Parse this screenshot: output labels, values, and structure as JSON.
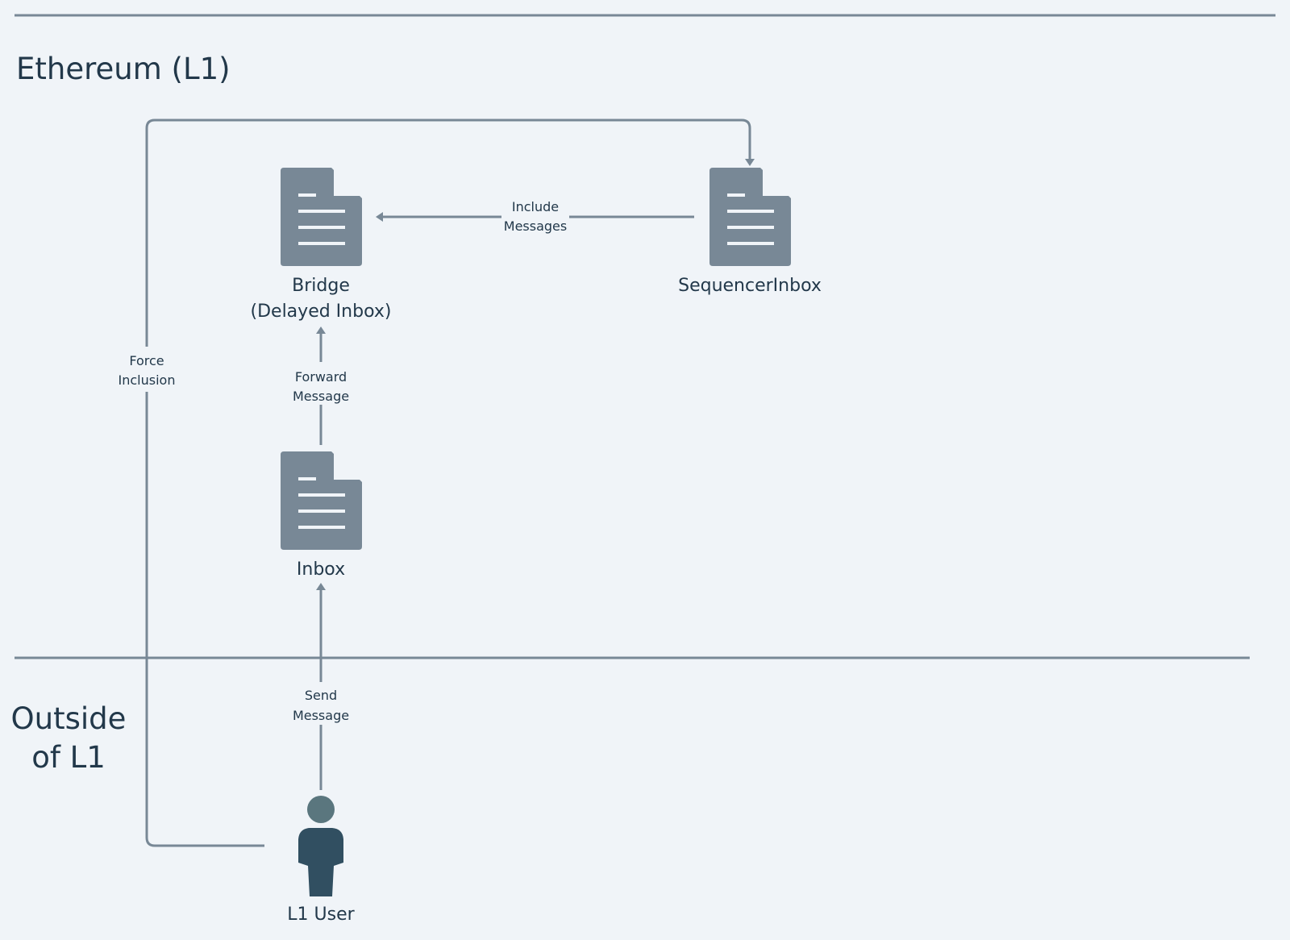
{
  "regions": {
    "top_title": "Ethereum (L1)",
    "bottom_title_line1": "Outside",
    "bottom_title_line2": "of L1"
  },
  "nodes": {
    "bridge": {
      "label_line1": "Bridge",
      "label_line2": "(Delayed Inbox)",
      "icon": "document-icon"
    },
    "sequencer_inbox": {
      "label": "SequencerInbox",
      "icon": "document-icon"
    },
    "inbox": {
      "label": "Inbox",
      "icon": "document-icon"
    },
    "l1_user": {
      "label": "L1 User",
      "icon": "person-icon"
    }
  },
  "edges": {
    "include_messages": {
      "line1": "Include",
      "line2": "Messages"
    },
    "forward_message": {
      "line1": "Forward",
      "line2": "Message"
    },
    "send_message": {
      "line1": "Send",
      "line2": "Message"
    },
    "force_inclusion": {
      "line1": "Force",
      "line2": "Inclusion"
    }
  },
  "colors": {
    "background": "#f0f4f8",
    "text": "#22384a",
    "line": "#788896",
    "document": "#788896",
    "person_head": "#5a767e",
    "person_body": "#314f61"
  }
}
